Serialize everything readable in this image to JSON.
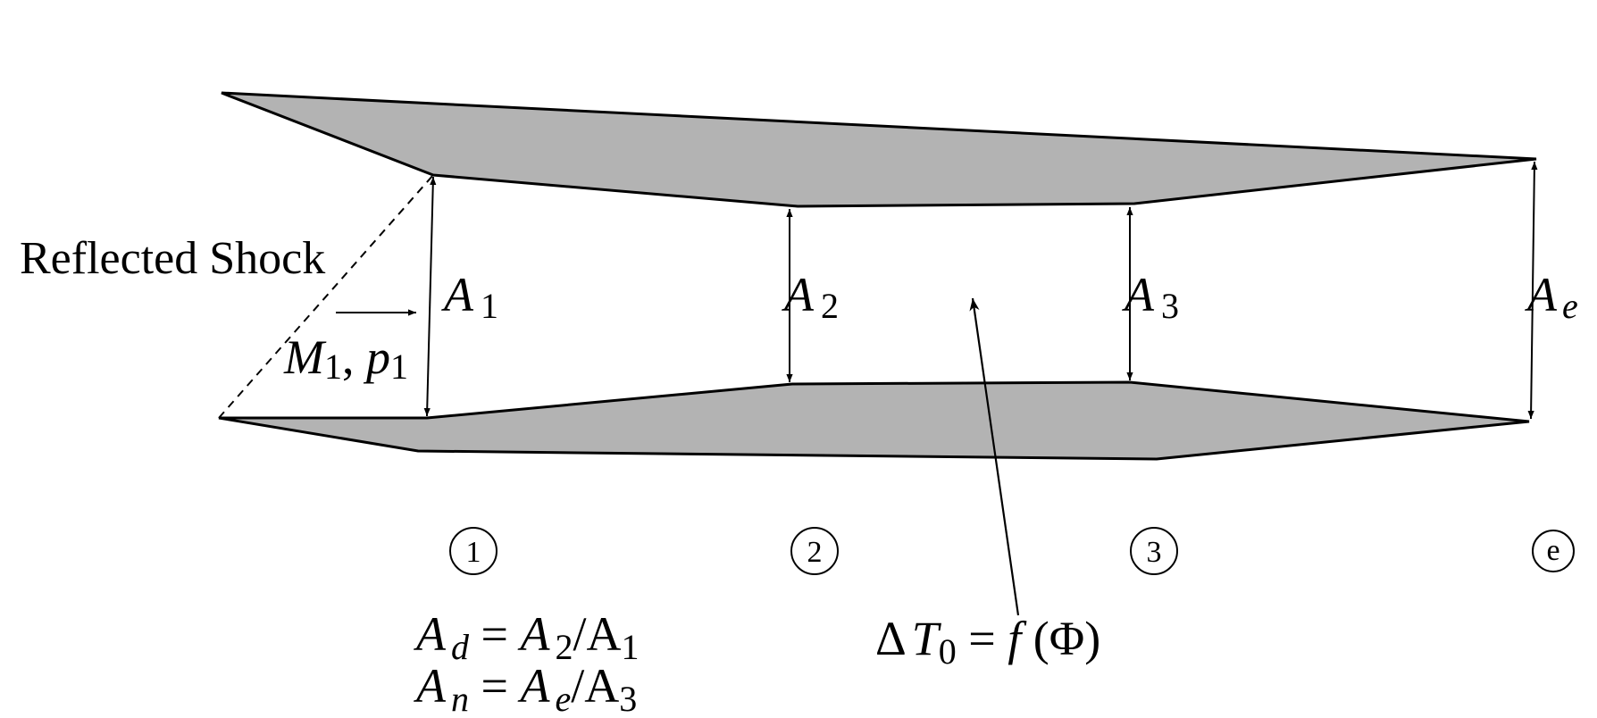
{
  "labels": {
    "reflected_shock": "Reflected Shock",
    "inflow_state": {
      "M": "M",
      "M_sub": "1",
      "sep": ", ",
      "p": "p",
      "p_sub": "1"
    },
    "area_1": {
      "sym": "A",
      "sub": "1"
    },
    "area_2": {
      "sym": "A",
      "sub": "2"
    },
    "area_3": {
      "sym": "A",
      "sub": "3"
    },
    "area_e": {
      "sym": "A",
      "sub": "e"
    }
  },
  "stations": [
    "1",
    "2",
    "3",
    "e"
  ],
  "equations": {
    "ad": {
      "lhs": "A",
      "lhs_sub": "d",
      "eq": " = ",
      "num": "A",
      "num_sub": "2",
      "slash": "/A",
      "den_sub": "1"
    },
    "an": {
      "lhs": "A",
      "lhs_sub": "n",
      "eq": " = ",
      "num": "A",
      "num_sub": "e",
      "slash": "/A",
      "den_sub": "3"
    },
    "heat": {
      "delta": "Δ",
      "t": "T",
      "t_sub": "0",
      "eq": " = ",
      "f": "f",
      "arg": " (Φ)"
    }
  },
  "colors": {
    "wall_fill": "#b3b3b3",
    "line": "#000000"
  }
}
